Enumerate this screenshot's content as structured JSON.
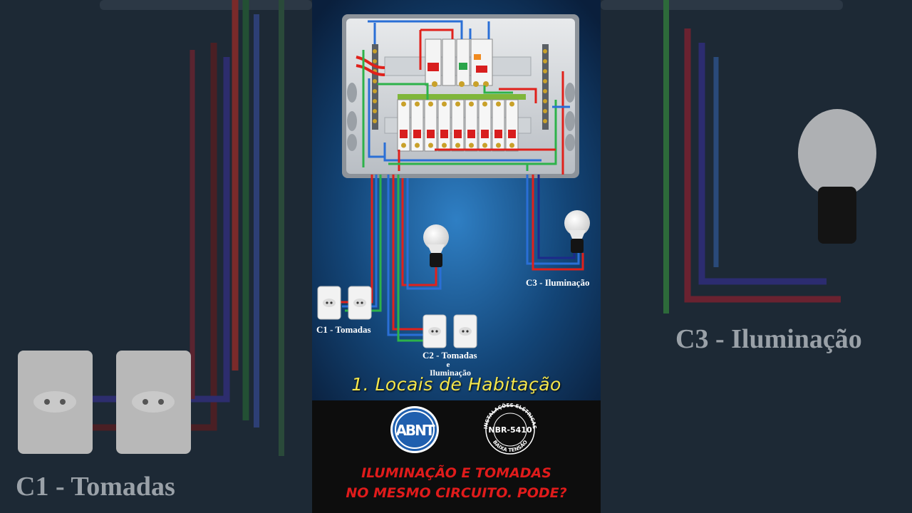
{
  "circuits": {
    "c1": "C1 - Tomadas",
    "c2_line1": "C2 - Tomadas",
    "c2_line2": "e",
    "c2_line3": "Iluminação",
    "c3": "C3 - Iluminação"
  },
  "subtitle": "1. Locais de Habitação",
  "logos": {
    "abnt": "ABNT",
    "nbr_center": "NBR-5410",
    "nbr_top": "INSTALAÇÕES ELÉTRICAS",
    "nbr_bottom": "BAIXA TENSÃO"
  },
  "headline": {
    "line1": "ILUMINAÇÃO E TOMADAS",
    "line2": "NO MESMO CIRCUITO. PODE?"
  },
  "colors": {
    "phase": "#e0211b",
    "neutral": "#2a6fd6",
    "ground": "#2db24a",
    "return": "#1c2a8a",
    "title_yellow": "#f4e64c",
    "headline_red": "#e01b1b"
  }
}
